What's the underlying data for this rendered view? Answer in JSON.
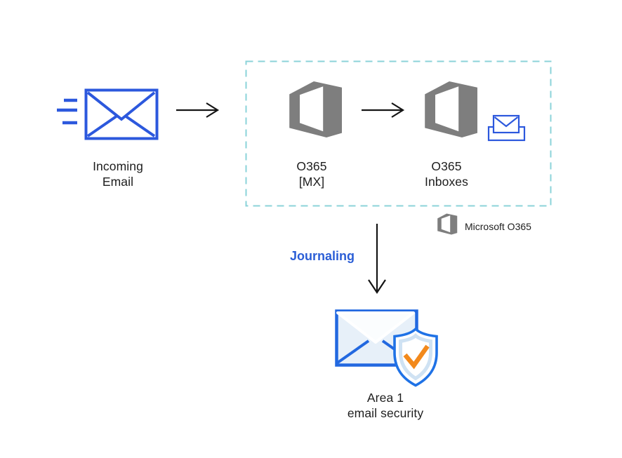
{
  "colors": {
    "canvas_bg": "#ffffff",
    "envelope_blue": "#2c58dd",
    "area1_blue": "#2268e0",
    "shield_blue": "#1f72e6",
    "pale_fill": "#e7f0f9",
    "flap_white": "#fbfdfe",
    "pale_band": "#cfe2f3",
    "check_orange": "#f2891c",
    "logo_gray": "#7e7e7e",
    "dash_teal": "#8bd3d9",
    "arrow_black": "#141414",
    "text_dark": "#1e1e1e",
    "journaling_blue": "#2b5ed6"
  },
  "diagram": {
    "incoming": {
      "lines": [
        "Incoming",
        "Email"
      ]
    },
    "o365_mx": {
      "lines": [
        "O365",
        "[MX]"
      ]
    },
    "o365_inboxes": {
      "lines": [
        "O365",
        "Inboxes"
      ]
    },
    "legend": {
      "label": "Microsoft O365"
    },
    "journaling": {
      "label": "Journaling"
    },
    "area1": {
      "lines": [
        "Area 1",
        "email security"
      ]
    },
    "icons": {
      "incoming_email": "envelope-outline-with-motion-lines",
      "o365": "office-365-logo",
      "inbox": "envelope-in-tray",
      "microsoft_o365_legend": "office-365-logo-small",
      "area1": "envelope-with-shield-checkmark",
      "flow_arrows": "black-open-arrowheads"
    }
  }
}
